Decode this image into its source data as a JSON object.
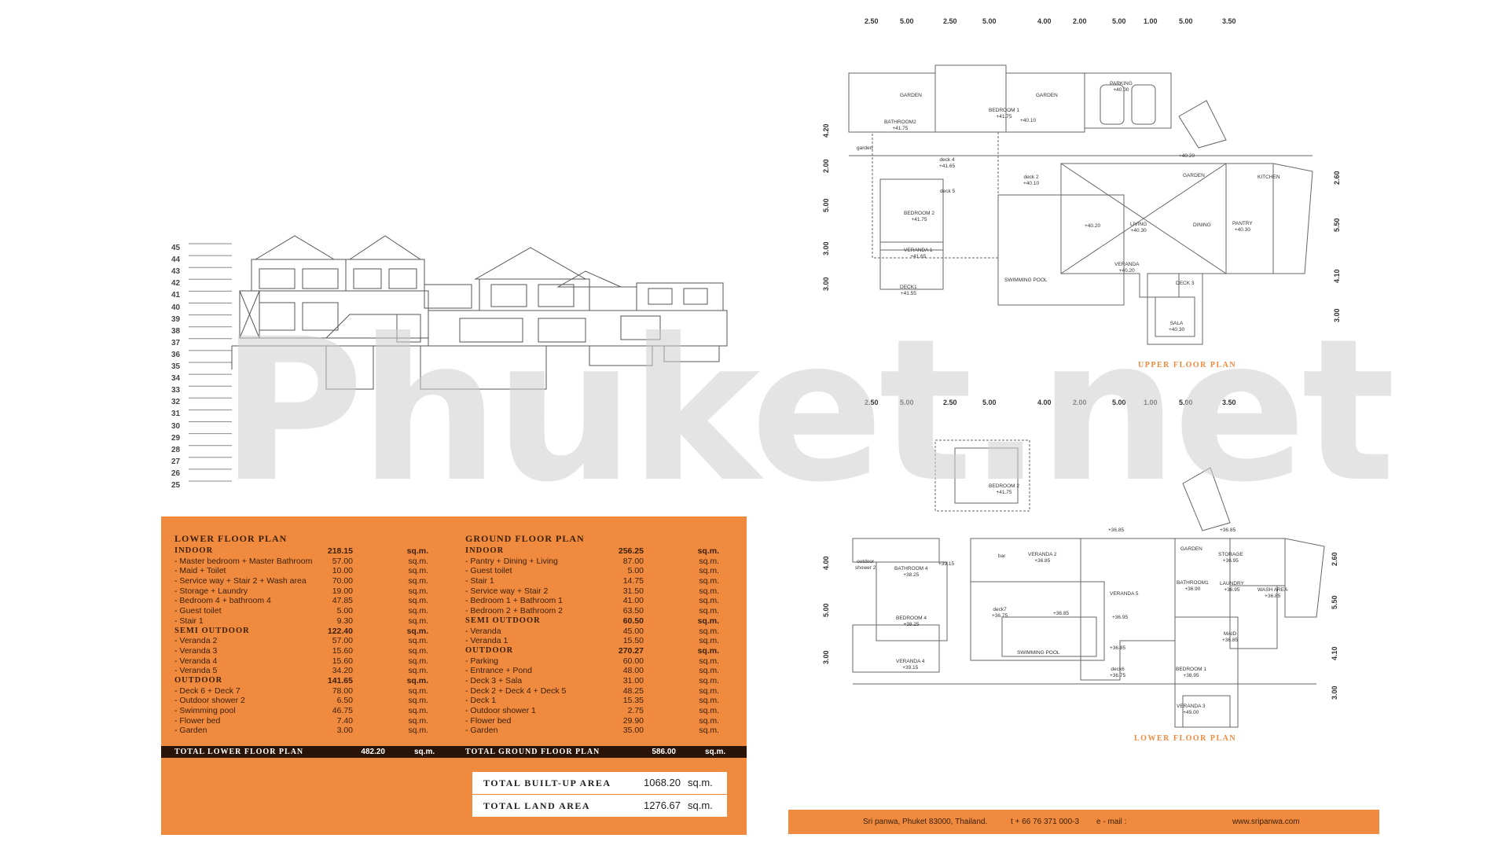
{
  "elevation": {
    "levels": [
      "45",
      "44",
      "43",
      "42",
      "41",
      "40",
      "39",
      "38",
      "37",
      "36",
      "35",
      "34",
      "33",
      "32",
      "31",
      "30",
      "29",
      "28",
      "27",
      "26",
      "25"
    ]
  },
  "lower": {
    "title": "LOWER FLOOR PLAN",
    "rows": [
      {
        "label": "INDOOR",
        "value": "218.15",
        "unit": "sq.m.",
        "section": true
      },
      {
        "label": "- Master bedroom + Master Bathroom",
        "value": "57.00",
        "unit": "sq.m."
      },
      {
        "label": "- Maid + Toilet",
        "value": "10.00",
        "unit": "sq.m."
      },
      {
        "label": "- Service way + Stair 2 + Wash area",
        "value": "70.00",
        "unit": "sq.m."
      },
      {
        "label": "- Storage + Laundry",
        "value": "19.00",
        "unit": "sq.m."
      },
      {
        "label": "- Bedroom 4 + bathroom 4",
        "value": "47.85",
        "unit": "sq.m."
      },
      {
        "label": "- Guest toilet",
        "value": "5.00",
        "unit": "sq.m."
      },
      {
        "label": "- Stair 1",
        "value": "9.30",
        "unit": "sq.m."
      },
      {
        "label": "SEMI OUTDOOR",
        "value": "122.40",
        "unit": "sq.m.",
        "section": true
      },
      {
        "label": "- Veranda 2",
        "value": "57.00",
        "unit": "sq.m."
      },
      {
        "label": "- Veranda 3",
        "value": "15.60",
        "unit": "sq.m."
      },
      {
        "label": "- Veranda 4",
        "value": "15.60",
        "unit": "sq.m."
      },
      {
        "label": "- Veranda 5",
        "value": "34.20",
        "unit": "sq.m."
      },
      {
        "label": "OUTDOOR",
        "value": "141.65",
        "unit": "sq.m.",
        "section": true
      },
      {
        "label": "- Deck 6 + Deck 7",
        "value": "78.00",
        "unit": "sq.m."
      },
      {
        "label": "- Outdoor shower 2",
        "value": "6.50",
        "unit": "sq.m."
      },
      {
        "label": "- Swimming pool",
        "value": "46.75",
        "unit": "sq.m."
      },
      {
        "label": "- Flower bed",
        "value": "7.40",
        "unit": "sq.m."
      },
      {
        "label": "- Garden",
        "value": "3.00",
        "unit": "sq.m."
      }
    ],
    "total_label": "TOTAL LOWER FLOOR PLAN",
    "total_value": "482.20",
    "total_unit": "sq.m."
  },
  "ground": {
    "title": "GROUND FLOOR PLAN",
    "rows": [
      {
        "label": "INDOOR",
        "value": "256.25",
        "unit": "sq.m.",
        "section": true
      },
      {
        "label": "- Pantry + Dining + Living",
        "value": "87.00",
        "unit": "sq.m."
      },
      {
        "label": "- Guest toilet",
        "value": "5.00",
        "unit": "sq.m."
      },
      {
        "label": "- Stair 1",
        "value": "14.75",
        "unit": "sq.m."
      },
      {
        "label": "- Service way + Stair 2",
        "value": "31.50",
        "unit": "sq.m."
      },
      {
        "label": "- Bedroom 1 + Bathroom 1",
        "value": "41.00",
        "unit": "sq.m."
      },
      {
        "label": "- Bedroom 2 + Bathroom 2",
        "value": "63.50",
        "unit": "sq.m."
      },
      {
        "label": "SEMI OUTDOOR",
        "value": "60.50",
        "unit": "sq.m.",
        "section": true
      },
      {
        "label": "- Veranda",
        "value": "45.00",
        "unit": "sq.m."
      },
      {
        "label": "- Veranda 1",
        "value": "15.50",
        "unit": "sq.m."
      },
      {
        "label": "OUTDOOR",
        "value": "270.27",
        "unit": "sq.m.",
        "section": true
      },
      {
        "label": "- Parking",
        "value": "60.00",
        "unit": "sq.m."
      },
      {
        "label": "- Entrance + Pond",
        "value": "48.00",
        "unit": "sq.m."
      },
      {
        "label": "- Deck 3 + Sala",
        "value": "31.00",
        "unit": "sq.m."
      },
      {
        "label": "- Deck 2 + Deck 4 + Deck 5",
        "value": "48.25",
        "unit": "sq.m."
      },
      {
        "label": "- Deck 1",
        "value": "15.35",
        "unit": "sq.m."
      },
      {
        "label": "- Outdoor shower 1",
        "value": "2.75",
        "unit": "sq.m."
      },
      {
        "label": "- Flower bed",
        "value": "29.90",
        "unit": "sq.m."
      },
      {
        "label": "- Garden",
        "value": "35.00",
        "unit": "sq.m."
      }
    ],
    "total_label": "TOTAL GROUND FLOOR PLAN",
    "total_value": "586.00",
    "total_unit": "sq.m."
  },
  "summary": {
    "built_up_label": "TOTAL BUILT-UP AREA",
    "built_up_value": "1068.20",
    "built_up_unit": "sq.m.",
    "land_label": "TOTAL LAND AREA",
    "land_value": "1276.67",
    "land_unit": "sq.m."
  },
  "upper_plan": {
    "title": "UPPER FLOOR PLAN",
    "dims_top": [
      "2.50",
      "5.00",
      "2.50",
      "5.00",
      "4.00",
      "2.00",
      "5.00",
      "1.00",
      "5.00",
      "3.50"
    ],
    "dims_left": [
      "4.20",
      "2.00",
      "5.00",
      "3.00",
      "3.00"
    ],
    "dims_right": [
      "2.60",
      "5.50",
      "4.10",
      "3.00"
    ],
    "rooms": [
      {
        "t": "GARDEN"
      },
      {
        "t": "BATHROOM2\n+41.75"
      },
      {
        "t": "BEDROOM 1\n+41.75"
      },
      {
        "t": "GARDEN"
      },
      {
        "t": "PARKING\n+40.00"
      },
      {
        "t": "garden"
      },
      {
        "t": "deck 4\n+41.65"
      },
      {
        "t": "deck 2\n+40.10"
      },
      {
        "t": "+40.10"
      },
      {
        "t": "+40.20"
      },
      {
        "t": "GARDEN"
      },
      {
        "t": "KITCHEN"
      },
      {
        "t": "BEDROOM 2\n+41.75"
      },
      {
        "t": "deck 5"
      },
      {
        "t": "LIVING\n+40.30"
      },
      {
        "t": "DINING"
      },
      {
        "t": "PANTRY\n+40.30"
      },
      {
        "t": "+40.20"
      },
      {
        "t": "VERANDA 1\n+41.65"
      },
      {
        "t": "SWIMMING POOL"
      },
      {
        "t": "VERANDA\n+40.20"
      },
      {
        "t": "DECK 3"
      },
      {
        "t": "DECK1\n+41.55"
      },
      {
        "t": "SALA\n+40.30"
      }
    ]
  },
  "lower_plan": {
    "title": "LOWER FLOOR PLAN",
    "dims_top": [
      "2.50",
      "5.00",
      "2.50",
      "5.00",
      "4.00",
      "2.00",
      "5.00",
      "1.00",
      "5.00",
      "3.50"
    ],
    "dims_left": [
      "4.00",
      "5.00",
      "3.00"
    ],
    "dims_right": [
      "2.60",
      "5.50",
      "4.10",
      "3.00"
    ],
    "rooms": [
      {
        "t": "BEDROOM 2\n+41.75"
      },
      {
        "t": "+36.85"
      },
      {
        "t": "+36.85"
      },
      {
        "t": "outdoor\nshower 2"
      },
      {
        "t": "BATHROOM 4\n+38.25"
      },
      {
        "t": "+39.15"
      },
      {
        "t": "bar"
      },
      {
        "t": "VERANDA 2\n+36.85"
      },
      {
        "t": "GARDEN"
      },
      {
        "t": "STORAGE\n+36.95"
      },
      {
        "t": "BATHROOM1\n+36.90"
      },
      {
        "t": "LAUNDRY\n+36.95"
      },
      {
        "t": "WASH AREA\n+36.85"
      },
      {
        "t": "BEDROOM 4\n+38.25"
      },
      {
        "t": "deck7\n+36.75"
      },
      {
        "t": "VERANDA 5"
      },
      {
        "t": "+36.85"
      },
      {
        "t": "+36.95"
      },
      {
        "t": "MAID\n+36.85"
      },
      {
        "t": "SWIMMING POOL"
      },
      {
        "t": "+36.85"
      },
      {
        "t": "deck6\n+36.75"
      },
      {
        "t": "BEDROOM 1\n+38.95"
      },
      {
        "t": "VERANDA 4\n+39.15"
      },
      {
        "t": "VERANDA 3\n+49.00"
      }
    ]
  },
  "footer": {
    "address": "Sri panwa, Phuket 83000, Thailand.",
    "phone": "t + 66 76 371 000-3",
    "email_label": "e - mail :",
    "website": "www.sripanwa.com"
  },
  "watermark": "Phuket.net",
  "colors": {
    "accent": "#ef8a3e",
    "dark": "#2a1407"
  }
}
